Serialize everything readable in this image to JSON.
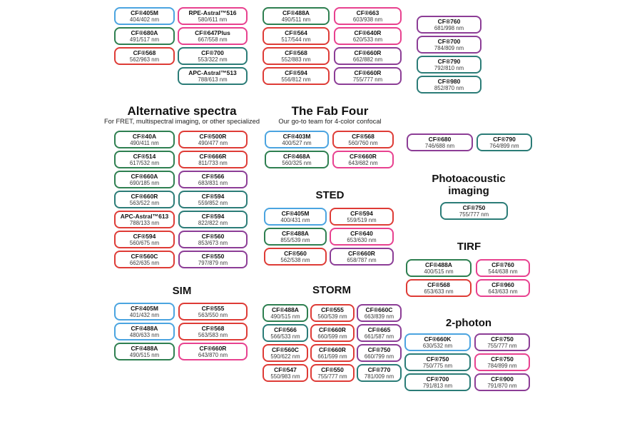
{
  "palette": {
    "blue": "#4ba4e0",
    "green": "#2e7f50",
    "teal": "#2b7c77",
    "red": "#de3b36",
    "pink": "#e8418f",
    "purple": "#8c3d96"
  },
  "sections": {
    "top": {
      "columns": [
        {
          "items": [
            {
              "name": "CF®405M",
              "nm": "404/402 nm",
              "color": "blue"
            },
            {
              "name": "CF®680A",
              "nm": "491/517 nm",
              "color": "green"
            },
            {
              "name": "CF®568",
              "nm": "562/963 nm",
              "color": "red"
            }
          ]
        },
        {
          "items": [
            {
              "name": "RPE-Astral™516",
              "nm": "580/611 nm",
              "color": "pink"
            },
            {
              "name": "CF®647Plus",
              "nm": "667/558 nm",
              "color": "pink"
            },
            {
              "name": "CF®700",
              "nm": "553/322 nm",
              "color": "teal"
            },
            {
              "name": "APC-Astral™513",
              "nm": "788/613 nm",
              "color": "teal"
            }
          ]
        },
        {
          "items": [
            {
              "name": "CF®488A",
              "nm": "490/511 nm",
              "color": "green"
            },
            {
              "name": "CF®564",
              "nm": "517/544 nm",
              "color": "red"
            },
            {
              "name": "CF®568",
              "nm": "552/883 nm",
              "color": "red"
            },
            {
              "name": "CF®594",
              "nm": "556/812 nm",
              "color": "red"
            }
          ]
        },
        {
          "items": [
            {
              "name": "CF®663",
              "nm": "603/938 nm",
              "color": "pink"
            },
            {
              "name": "CF®640R",
              "nm": "620/533 nm",
              "color": "pink"
            },
            {
              "name": "CF®660R",
              "nm": "662/882 nm",
              "color": "purple"
            },
            {
              "name": "CF®660R",
              "nm": "755/777 nm",
              "color": "purple"
            }
          ]
        },
        {
          "items": [
            {
              "name": "CF®760",
              "nm": "681/998 nm",
              "color": "purple"
            },
            {
              "name": "CF®700",
              "nm": "784/809 nm",
              "color": "purple"
            },
            {
              "name": "CF®790",
              "nm": "792/810 nm",
              "color": "teal"
            },
            {
              "name": "CF®980",
              "nm": "852/870 nm",
              "color": "teal"
            }
          ]
        }
      ]
    },
    "alternative": {
      "title": "Alternative spectra",
      "subtitle": "For FRET, multispectral imaging, or other specialized",
      "columns": [
        {
          "items": [
            {
              "name": "CF®40A",
              "nm": "490/411 nm",
              "color": "green"
            },
            {
              "name": "CF®514",
              "nm": "617/532 nm",
              "color": "green"
            },
            {
              "name": "CF®660A",
              "nm": "690/185 nm",
              "color": "green"
            },
            {
              "name": "CF®660R",
              "nm": "563/522 nm",
              "color": "teal"
            },
            {
              "name": "APC-Astral™613",
              "nm": "788/133 nm",
              "color": "red"
            },
            {
              "name": "CF®594",
              "nm": "560/675 nm",
              "color": "red"
            },
            {
              "name": "CF®560C",
              "nm": "662/635 nm",
              "color": "red"
            }
          ]
        },
        {
          "items": [
            {
              "name": "CF®500R",
              "nm": "490/477 nm",
              "color": "red"
            },
            {
              "name": "CF®666R",
              "nm": "811/733 nm",
              "color": "red"
            },
            {
              "name": "CF®566",
              "nm": "683/831 nm",
              "color": "purple"
            },
            {
              "name": "CF®594",
              "nm": "559/852 nm",
              "color": "teal"
            },
            {
              "name": "CF®594",
              "nm": "822/822 nm",
              "color": "teal"
            },
            {
              "name": "CF®560",
              "nm": "853/673 nm",
              "color": "purple"
            },
            {
              "name": "CF®550",
              "nm": "797/879 nm",
              "color": "purple"
            }
          ]
        }
      ]
    },
    "fabfour": {
      "title": "The Fab Four",
      "subtitle": "Our go-to team for 4-color confocal",
      "columns": [
        {
          "items": [
            {
              "name": "CF®403M",
              "nm": "400/527 nm",
              "color": "blue"
            },
            {
              "name": "CF®468A",
              "nm": "560/325 nm",
              "color": "green"
            }
          ]
        },
        {
          "items": [
            {
              "name": "CF®568",
              "nm": "560/760 nm",
              "color": "red"
            },
            {
              "name": "CF®660R",
              "nm": "643/682 nm",
              "color": "pink"
            }
          ]
        }
      ]
    },
    "sted": {
      "title": "STED",
      "columns": [
        {
          "items": [
            {
              "name": "CF®405M",
              "nm": "400/431 nm",
              "color": "blue"
            },
            {
              "name": "CF®488A",
              "nm": "855/539 nm",
              "color": "green"
            },
            {
              "name": "CF®560",
              "nm": "562/538 nm",
              "color": "red"
            }
          ]
        },
        {
          "items": [
            {
              "name": "CF®594",
              "nm": "559/519 nm",
              "color": "red"
            },
            {
              "name": "CF®640",
              "nm": "653/630 nm",
              "color": "pink"
            },
            {
              "name": "CF®660R",
              "nm": "658/787 nm",
              "color": "purple"
            }
          ]
        }
      ]
    },
    "sim": {
      "title": "SIM",
      "columns": [
        {
          "items": [
            {
              "name": "CF®405M",
              "nm": "401/432 nm",
              "color": "blue"
            },
            {
              "name": "CF®488A",
              "nm": "480/633 nm",
              "color": "blue"
            },
            {
              "name": "CF®488A",
              "nm": "490/515 nm",
              "color": "green"
            }
          ]
        },
        {
          "items": [
            {
              "name": "CF®555",
              "nm": "563/550 nm",
              "color": "red"
            },
            {
              "name": "CF®568",
              "nm": "563/583 nm",
              "color": "red"
            },
            {
              "name": "CF®660R",
              "nm": "643/870 nm",
              "color": "pink"
            }
          ]
        }
      ]
    },
    "storm": {
      "title": "STORM",
      "columns": [
        {
          "items": [
            {
              "name": "CF®488A",
              "nm": "490/515 nm",
              "color": "green"
            },
            {
              "name": "CF®566",
              "nm": "566/533 nm",
              "color": "teal"
            },
            {
              "name": "CF®560C",
              "nm": "590/622 nm",
              "color": "red"
            },
            {
              "name": "CF®547",
              "nm": "550/983 nm",
              "color": "red"
            }
          ]
        },
        {
          "items": [
            {
              "name": "CF®555",
              "nm": "560/539 nm",
              "color": "red"
            },
            {
              "name": "CF®660R",
              "nm": "660/599 nm",
              "color": "red"
            },
            {
              "name": "CF®660R",
              "nm": "661/599 nm",
              "color": "red"
            },
            {
              "name": "CF®550",
              "nm": "755/777 nm",
              "color": "red"
            }
          ]
        },
        {
          "items": [
            {
              "name": "CF®660C",
              "nm": "663/839 nm",
              "color": "purple"
            },
            {
              "name": "CF®665",
              "nm": "661/587 nm",
              "color": "purple"
            },
            {
              "name": "CF®750",
              "nm": "660/799 nm",
              "color": "purple"
            },
            {
              "name": "CF®770",
              "nm": "781/009 nm",
              "color": "teal"
            }
          ]
        }
      ]
    },
    "nir_pair": {
      "columns": [
        {
          "items": [
            {
              "name": "CF®680",
              "nm": "746/688 nm",
              "color": "purple"
            }
          ]
        },
        {
          "items": [
            {
              "name": "CF®790",
              "nm": "764/899 nm",
              "color": "teal"
            }
          ]
        }
      ]
    },
    "photoacoustic": {
      "title": "Photoacoustic imaging",
      "columns": [
        {
          "items": [
            {
              "name": "CF®750",
              "nm": "755/777 nm",
              "color": "teal"
            }
          ]
        }
      ]
    },
    "tirf": {
      "title": "TIRF",
      "columns": [
        {
          "items": [
            {
              "name": "CF®488A",
              "nm": "400/515 nm",
              "color": "green"
            },
            {
              "name": "CF®568",
              "nm": "653/633 nm",
              "color": "red"
            }
          ]
        },
        {
          "items": [
            {
              "name": "CF®760",
              "nm": "544/638 nm",
              "color": "pink"
            },
            {
              "name": "CF®960",
              "nm": "643/633 nm",
              "color": "pink"
            }
          ]
        }
      ]
    },
    "twophoton": {
      "title": "2-photon",
      "columns": [
        {
          "items": [
            {
              "name": "CF®660K",
              "nm": "630/532 nm",
              "color": "blue"
            },
            {
              "name": "CF®750",
              "nm": "750/775 nm",
              "color": "teal"
            },
            {
              "name": "CF®700",
              "nm": "791/813 nm",
              "color": "teal"
            }
          ]
        },
        {
          "items": [
            {
              "name": "CF®750",
              "nm": "755/777 nm",
              "color": "purple"
            },
            {
              "name": "CF®750",
              "nm": "784/899 nm",
              "color": "pink"
            },
            {
              "name": "CF®900",
              "nm": "791/870 nm",
              "color": "purple"
            }
          ]
        }
      ]
    }
  }
}
